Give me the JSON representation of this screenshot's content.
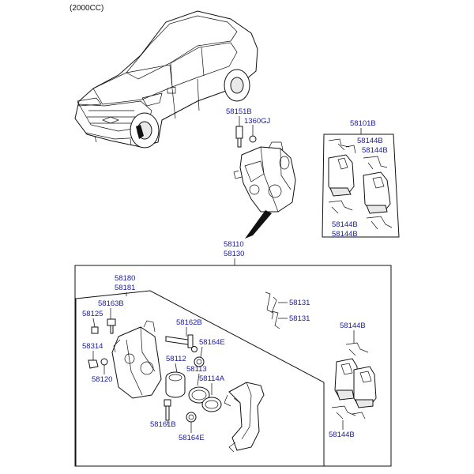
{
  "header": {
    "engine": "(2000CC)"
  },
  "labels": {
    "l58151B": "58151B",
    "l1360GJ": "1360GJ",
    "l58101B": "58101B",
    "l58144B_a": "58144B",
    "l58144B_b": "58144B",
    "l58144B_c": "58144B",
    "l58144B_d": "58144B",
    "l58110": "58110",
    "l58130": "58130",
    "l58180": "58180",
    "l58181": "58181",
    "l58163B": "58163B",
    "l58125": "58125",
    "l58314": "58314",
    "l58120": "58120",
    "l58162B": "58162B",
    "l58164E_a": "58164E",
    "l58112": "58112",
    "l58113": "58113",
    "l58114A": "58114A",
    "l58161B": "58161B",
    "l58164E_b": "58164E",
    "l58131_a": "58131",
    "l58131_b": "58131",
    "l58144B_e": "58144B",
    "l58144B_f": "58144B"
  }
}
